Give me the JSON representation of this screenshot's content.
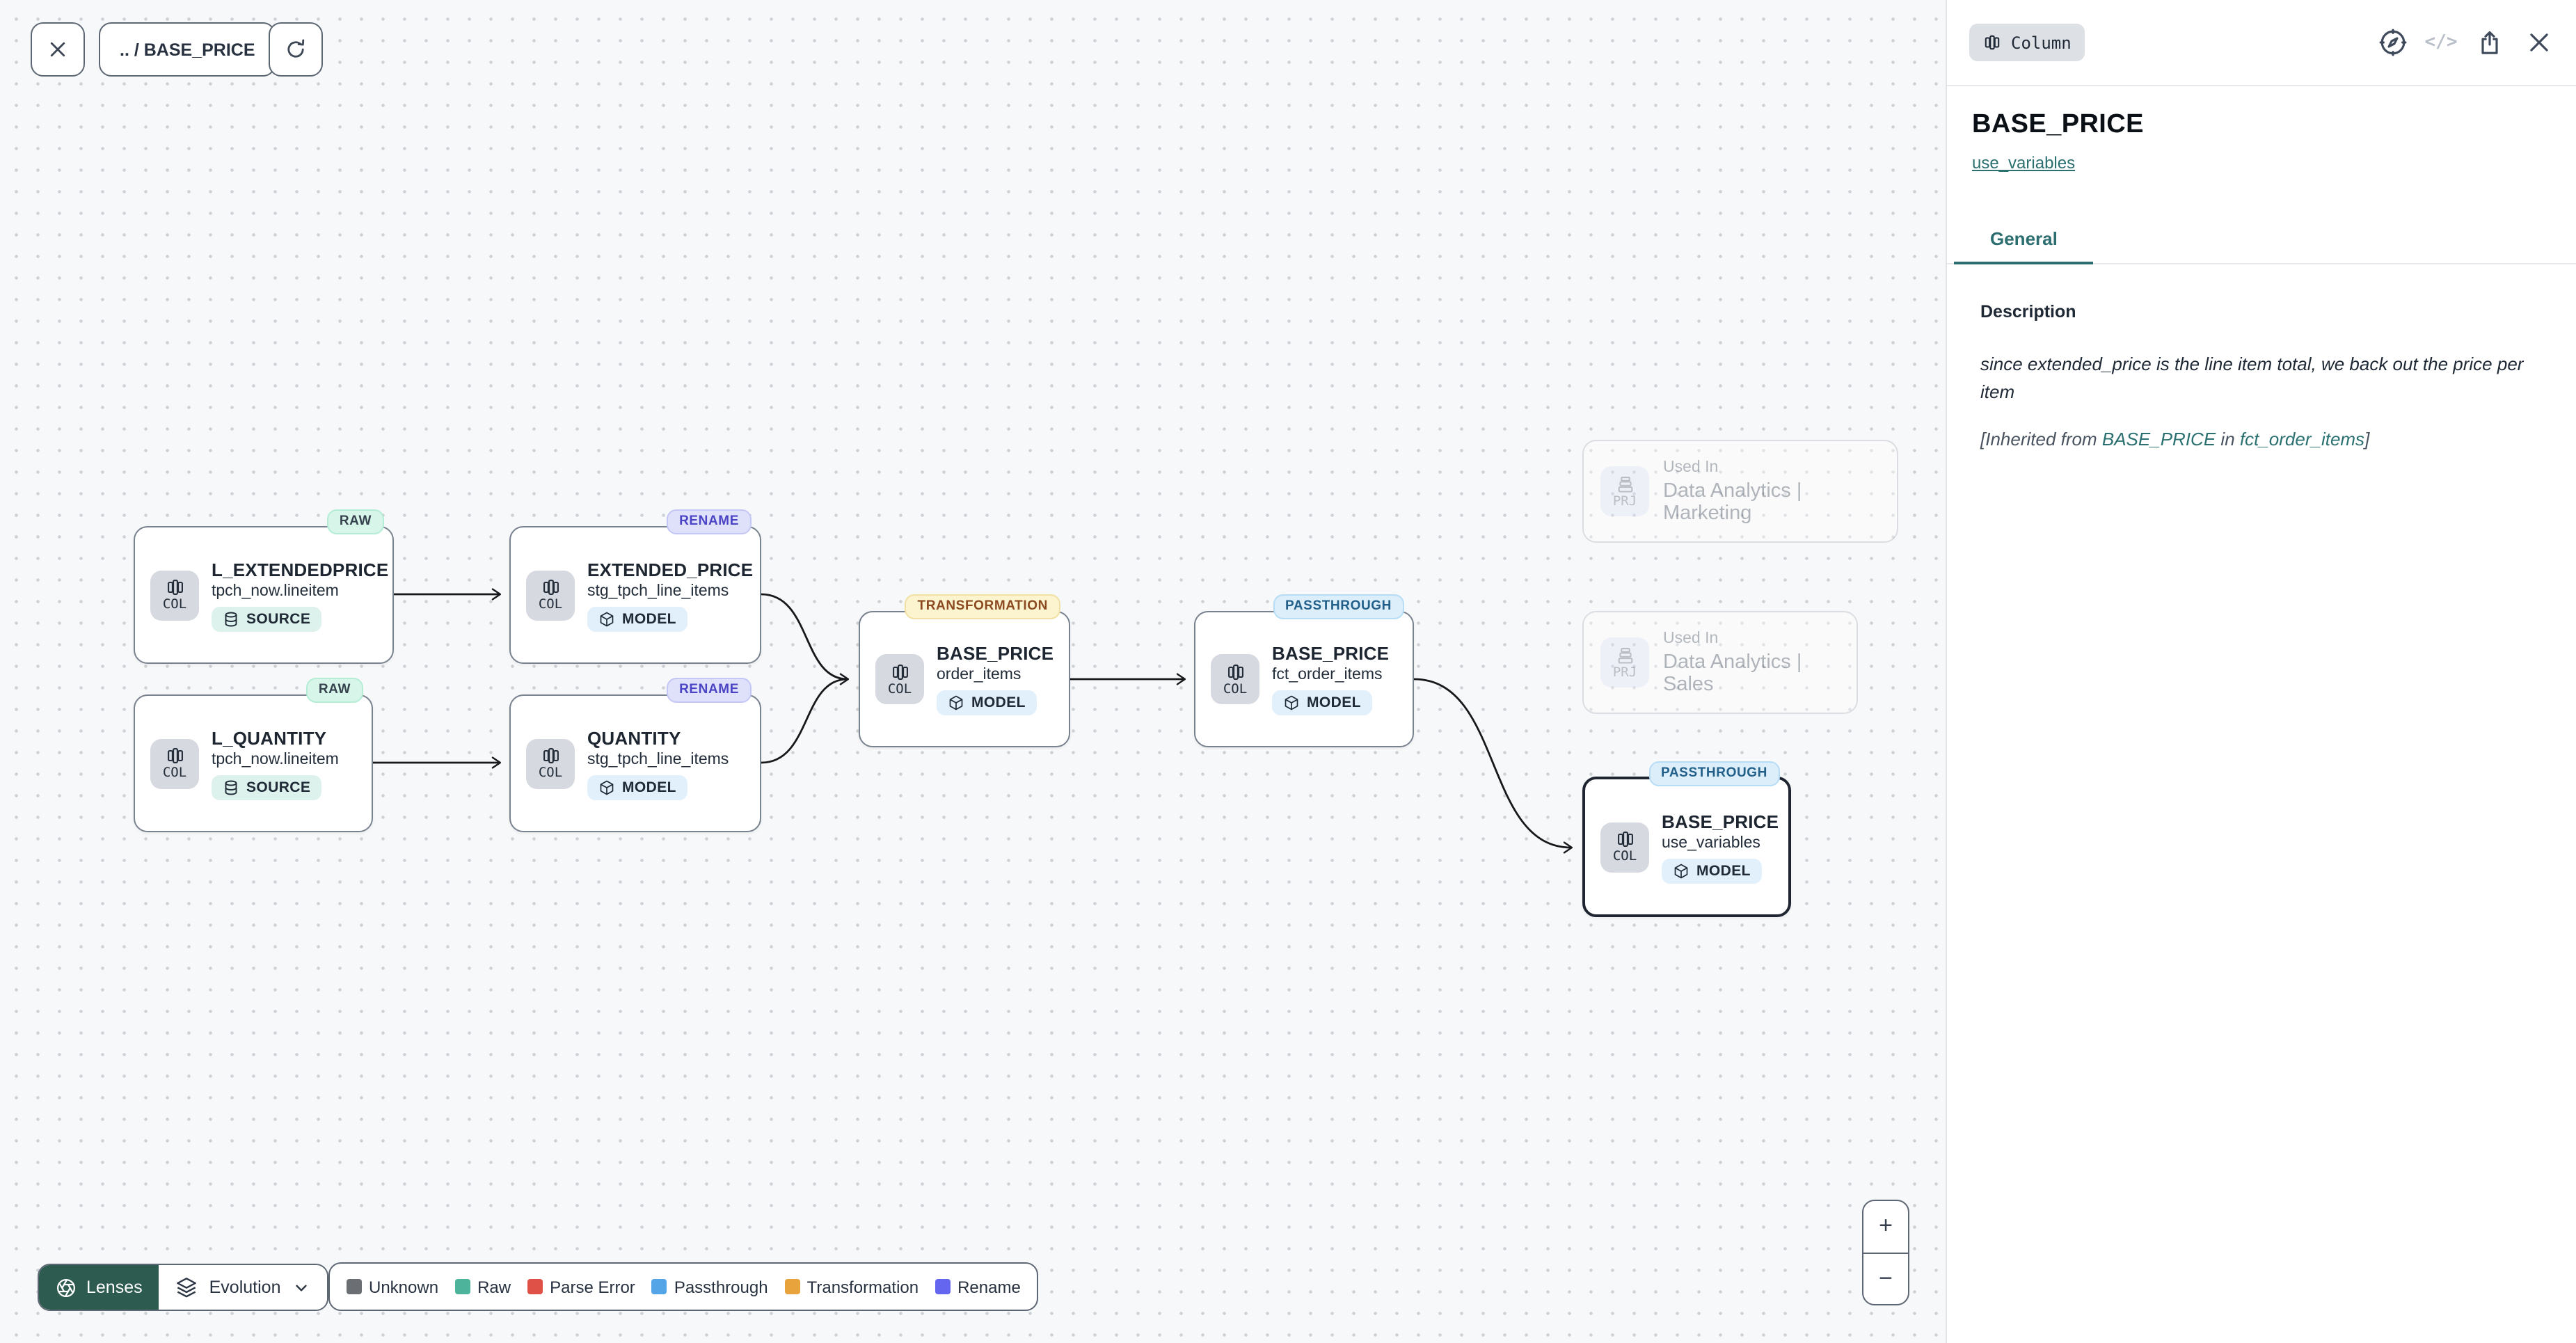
{
  "toolbar": {
    "breadcrumb": ".. / BASE_PRICE"
  },
  "panel": {
    "type_badge": "Column",
    "code_icon_label": "</>",
    "title": "BASE_PRICE",
    "model_link": "use_variables",
    "tab_general": "General",
    "description_label": "Description",
    "description_text": "since extended_price is the line item total, we back out the price per item",
    "inherited": {
      "prefix": "[Inherited from ",
      "link_column": "BASE_PRICE",
      "middle": " in ",
      "link_model": "fct_order_items",
      "suffix": "]"
    }
  },
  "graph": {
    "nodes": [
      {
        "badge": "RAW",
        "name": "L_EXTENDEDPRICE",
        "table": "tpch_now.lineitem",
        "kind": "SOURCE",
        "type": "COL"
      },
      {
        "badge": "RENAME",
        "name": "EXTENDED_PRICE",
        "table": "stg_tpch_line_items",
        "kind": "MODEL",
        "type": "COL"
      },
      {
        "badge": "RAW",
        "name": "L_QUANTITY",
        "table": "tpch_now.lineitem",
        "kind": "SOURCE",
        "type": "COL"
      },
      {
        "badge": "RENAME",
        "name": "QUANTITY",
        "table": "stg_tpch_line_items",
        "kind": "MODEL",
        "type": "COL"
      },
      {
        "badge": "TRANSFORMATION",
        "name": "BASE_PRICE",
        "table": "order_items",
        "kind": "MODEL",
        "type": "COL"
      },
      {
        "badge": "PASSTHROUGH",
        "name": "BASE_PRICE",
        "table": "fct_order_items",
        "kind": "MODEL",
        "type": "COL"
      },
      {
        "badge": "PASSTHROUGH",
        "name": "BASE_PRICE",
        "table": "use_variables",
        "kind": "MODEL",
        "type": "COL"
      }
    ],
    "used_in": [
      {
        "type": "PRJ",
        "label": "Used In",
        "project": "Data Analytics | Marketing"
      },
      {
        "type": "PRJ",
        "label": "Used In",
        "project": "Data Analytics | Sales"
      }
    ]
  },
  "legend": {
    "lenses_label": "Lenses",
    "selected_lens": "Evolution",
    "items": [
      {
        "label": "Unknown",
        "color": "#6b6e72"
      },
      {
        "label": "Raw",
        "color": "#4db39a"
      },
      {
        "label": "Parse Error",
        "color": "#df5147"
      },
      {
        "label": "Passthrough",
        "color": "#54a4e8"
      },
      {
        "label": "Transformation",
        "color": "#e8a33d"
      },
      {
        "label": "Rename",
        "color": "#6466ef"
      }
    ]
  },
  "zoom_controls": {
    "zoom_in": "+",
    "zoom_out": "−"
  }
}
